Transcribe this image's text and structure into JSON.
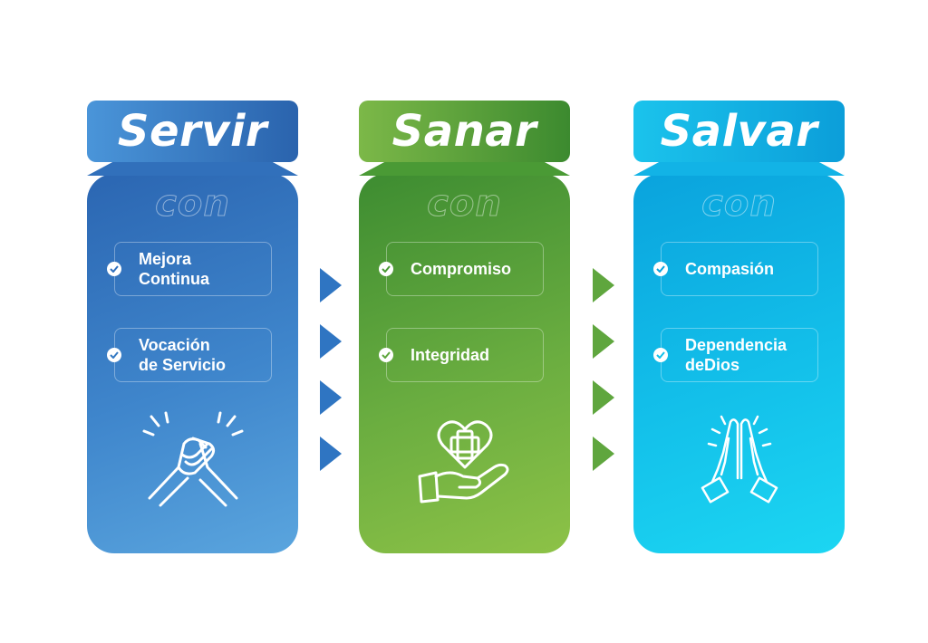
{
  "columns": [
    {
      "title": "Servir",
      "subtitle": "con",
      "items": [
        "Mejora\nContinua",
        "Vocación\nde Servicio"
      ],
      "icon": "handshake-icon"
    },
    {
      "title": "Sanar",
      "subtitle": "con",
      "items": [
        "Compromiso",
        "Integridad"
      ],
      "icon": "hand-heart-icon"
    },
    {
      "title": "Salvar",
      "subtitle": "con",
      "items": [
        "Compasión",
        "Dependencia\ndeDios"
      ],
      "icon": "praying-hands-icon"
    }
  ],
  "colors": {
    "blue": "#2b66b2",
    "green": "#4a9a35",
    "cyan": "#13c0ea",
    "arrow_blue": "#2f75c2",
    "arrow_green": "#5fa63e"
  }
}
